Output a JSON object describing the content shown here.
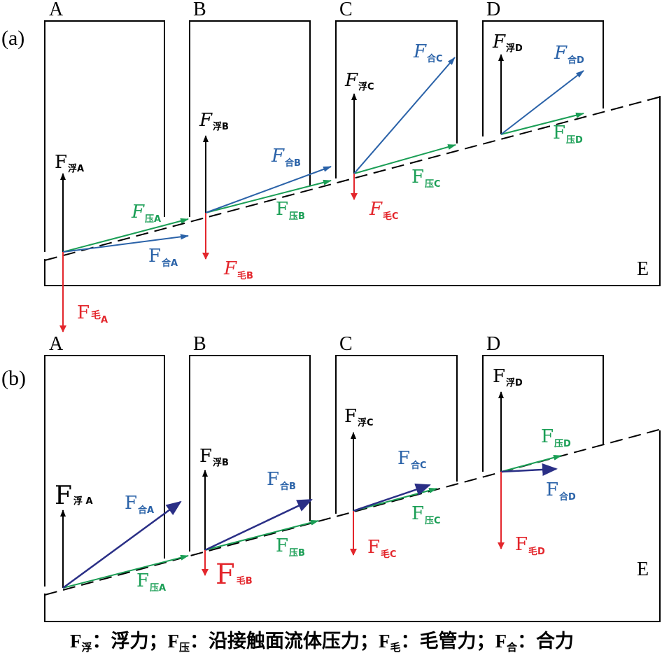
{
  "colors": {
    "buoy": "#000000",
    "press": "#1a9e55",
    "res": "#2a62a8",
    "res_b": "#2a2f86",
    "cap": "#e3262c",
    "outline": "#000000"
  },
  "panel_a": {
    "tag": "(a)",
    "blocks": {
      "a": "A",
      "b": "B",
      "c": "C",
      "d": "D",
      "e": "E"
    },
    "forces": {
      "buoy_A": {
        "main": "F",
        "sub": "浮A"
      },
      "buoy_B": {
        "main": "F",
        "sub": "浮B"
      },
      "buoy_C": {
        "main": "F",
        "sub": "浮C"
      },
      "buoy_D": {
        "main": "F",
        "sub": "浮D"
      },
      "press_A": {
        "main": "F",
        "sub": "压A"
      },
      "press_B": {
        "main": "F",
        "sub": "压B"
      },
      "press_C": {
        "main": "F",
        "sub": "压C"
      },
      "press_D": {
        "main": "F",
        "sub": "压D"
      },
      "res_A": {
        "main": "F",
        "sub": "合A"
      },
      "res_B": {
        "main": "F",
        "sub": "合B"
      },
      "res_C": {
        "main": "F",
        "sub": "合C"
      },
      "res_D": {
        "main": "F",
        "sub": "合D"
      },
      "cap_A": {
        "main": "F",
        "sub": "毛",
        "sub2": "A"
      },
      "cap_B": {
        "main": "F",
        "sub": "毛B"
      },
      "cap_C": {
        "main": "F",
        "sub": "毛C"
      }
    }
  },
  "panel_b": {
    "tag": "(b)",
    "blocks": {
      "a": "A",
      "b": "B",
      "c": "C",
      "d": "D",
      "e": "E"
    },
    "forces": {
      "buoy_A": {
        "main": "F",
        "sub": "浮 A"
      },
      "buoy_B": {
        "main": "F",
        "sub": "浮B"
      },
      "buoy_C": {
        "main": "F",
        "sub": "浮C"
      },
      "buoy_D": {
        "main": "F",
        "sub": "浮D"
      },
      "press_A": {
        "main": "F",
        "sub": "压A"
      },
      "press_B": {
        "main": "F",
        "sub": "压B"
      },
      "press_C": {
        "main": "F",
        "sub": "压C"
      },
      "press_D": {
        "main": "F",
        "sub": "压D"
      },
      "res_A": {
        "main": "F",
        "sub": "合A"
      },
      "res_B": {
        "main": "F",
        "sub": "合B"
      },
      "res_C": {
        "main": "F",
        "sub": "合C"
      },
      "res_D": {
        "main": "F",
        "sub": "合D"
      },
      "cap_B": {
        "main": "F",
        "sub": "毛B"
      },
      "cap_C": {
        "main": "F",
        "sub": "毛C"
      },
      "cap_D": {
        "main": "F",
        "sub": "毛D"
      }
    }
  },
  "legend": {
    "buoy_f": "F",
    "buoy_sub": "浮",
    "buoy_desc": "：浮力；",
    "press_f": "F",
    "press_sub": "压",
    "press_desc": "：沿接触面流体压力；",
    "cap_f": "F",
    "cap_sub": "毛",
    "cap_desc": "：毛管力；",
    "res_f": "F",
    "res_sub": "合",
    "res_desc": "：合力"
  }
}
